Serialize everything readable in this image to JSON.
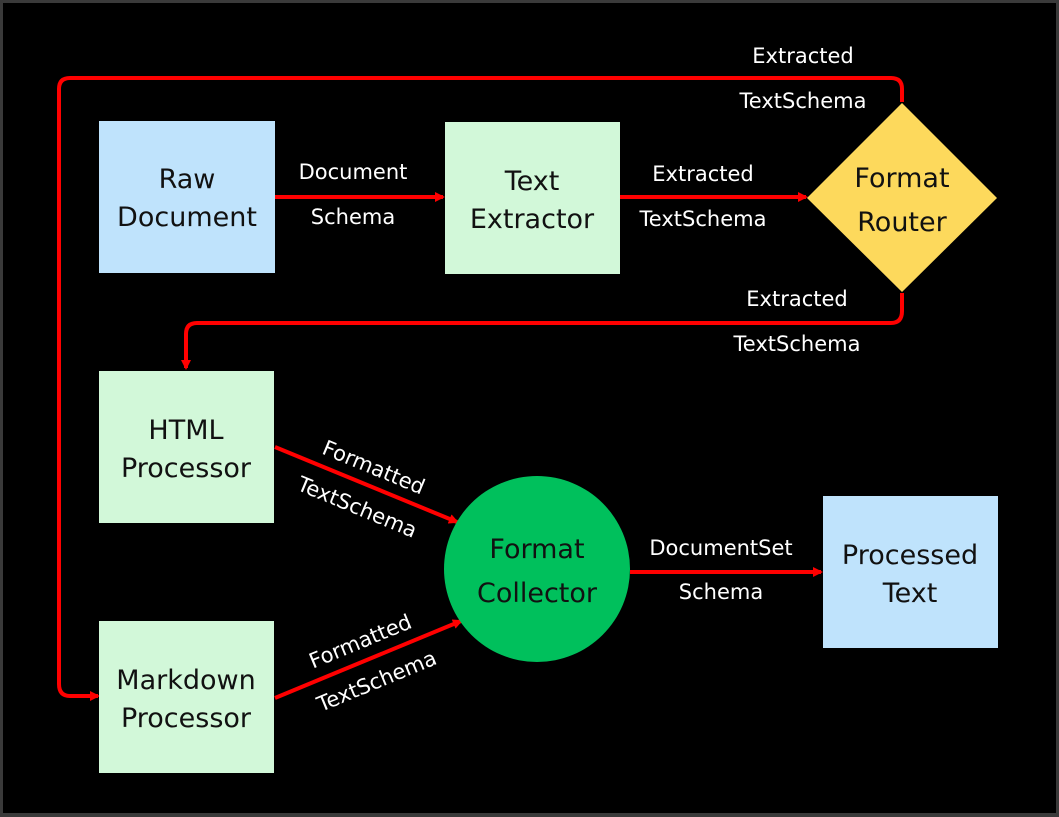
{
  "colors": {
    "background": "#000000",
    "frame": "#3a3a3a",
    "edge": "#ff0000",
    "source_sink": "#bfe3fc",
    "process": "#d2f8d9",
    "router": "#fdd95c",
    "collector": "#00c05c"
  },
  "nodes": {
    "raw_document": {
      "lines": [
        "Raw",
        "Document"
      ]
    },
    "text_extractor": {
      "lines": [
        "Text",
        "Extractor"
      ]
    },
    "format_router": {
      "lines": [
        "Format",
        "Router"
      ]
    },
    "html_processor": {
      "lines": [
        "HTML",
        "Processor"
      ]
    },
    "markdown_processor": {
      "lines": [
        "Markdown",
        "Processor"
      ]
    },
    "format_collector": {
      "lines": [
        "Format",
        "Collector"
      ]
    },
    "processed_text": {
      "lines": [
        "Processed",
        "Text"
      ]
    }
  },
  "edges": {
    "raw_to_extractor": {
      "lines": [
        "Document",
        "Schema"
      ]
    },
    "extractor_to_router": {
      "lines": [
        "Extracted",
        "TextSchema"
      ]
    },
    "router_to_markdown": {
      "lines": [
        "Extracted",
        "TextSchema"
      ]
    },
    "router_to_html": {
      "lines": [
        "Extracted",
        "TextSchema"
      ]
    },
    "html_to_collector": {
      "lines": [
        "Formatted",
        "TextSchema"
      ]
    },
    "markdown_to_collector": {
      "lines": [
        "Formatted",
        "TextSchema"
      ]
    },
    "collector_to_output": {
      "lines": [
        "DocumentSet",
        "Schema"
      ]
    }
  }
}
